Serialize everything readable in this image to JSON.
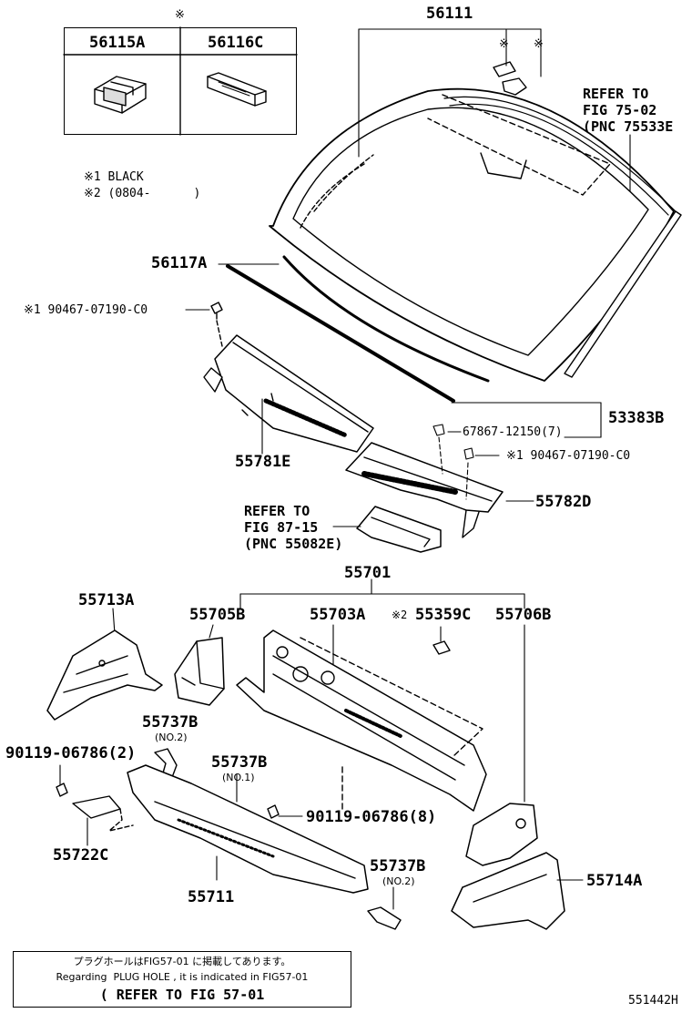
{
  "inset": {
    "marker": "※",
    "col1": "56115A",
    "col2": "56116C"
  },
  "legend": {
    "line1": "※1 BLACK",
    "line2": "※2 (0804-      )"
  },
  "labels": {
    "p56111": "56111",
    "mk1": "※",
    "mk2": "※",
    "refer1_a": "REFER TO",
    "refer1_b": "FIG 75-02",
    "refer1_c": "(PNC 75533E",
    "p56117A": "56117A",
    "bolt1": "※1 90467-07190-C0",
    "p53383B": "53383B",
    "p67867": "67867-12150(7)",
    "bolt2": "※1 90467-07190-C0",
    "p55781E": "55781E",
    "p55782D": "55782D",
    "refer2_a": "REFER TO",
    "refer2_b": "FIG 87-15",
    "refer2_c": "(PNC 55082E)",
    "p55701": "55701",
    "p55713A": "55713A",
    "p55705B": "55705B",
    "p55703A": "55703A",
    "p55359C_mk": "※2",
    "p55359C": "55359C",
    "p55706B": "55706B",
    "p55737B_1": "55737B",
    "no2_1": "(NO.2)",
    "p90119_2": "90119-06786(2)",
    "p55737B_2": "55737B",
    "no1": "(NO.1)",
    "p90119_8": "90119-06786(8)",
    "p55722C": "55722C",
    "p55737B_3": "55737B",
    "no2_2": "(NO.2)",
    "p55714A": "55714A",
    "p55711": "55711"
  },
  "note": {
    "jp": "プラグホールはFIG57-01 に掲載してあります。",
    "en": "Regarding  PLUG HOLE , it is indicated in FIG57-01",
    "ref": "( REFER TO FIG 57-01"
  },
  "figure_id": "551442H"
}
